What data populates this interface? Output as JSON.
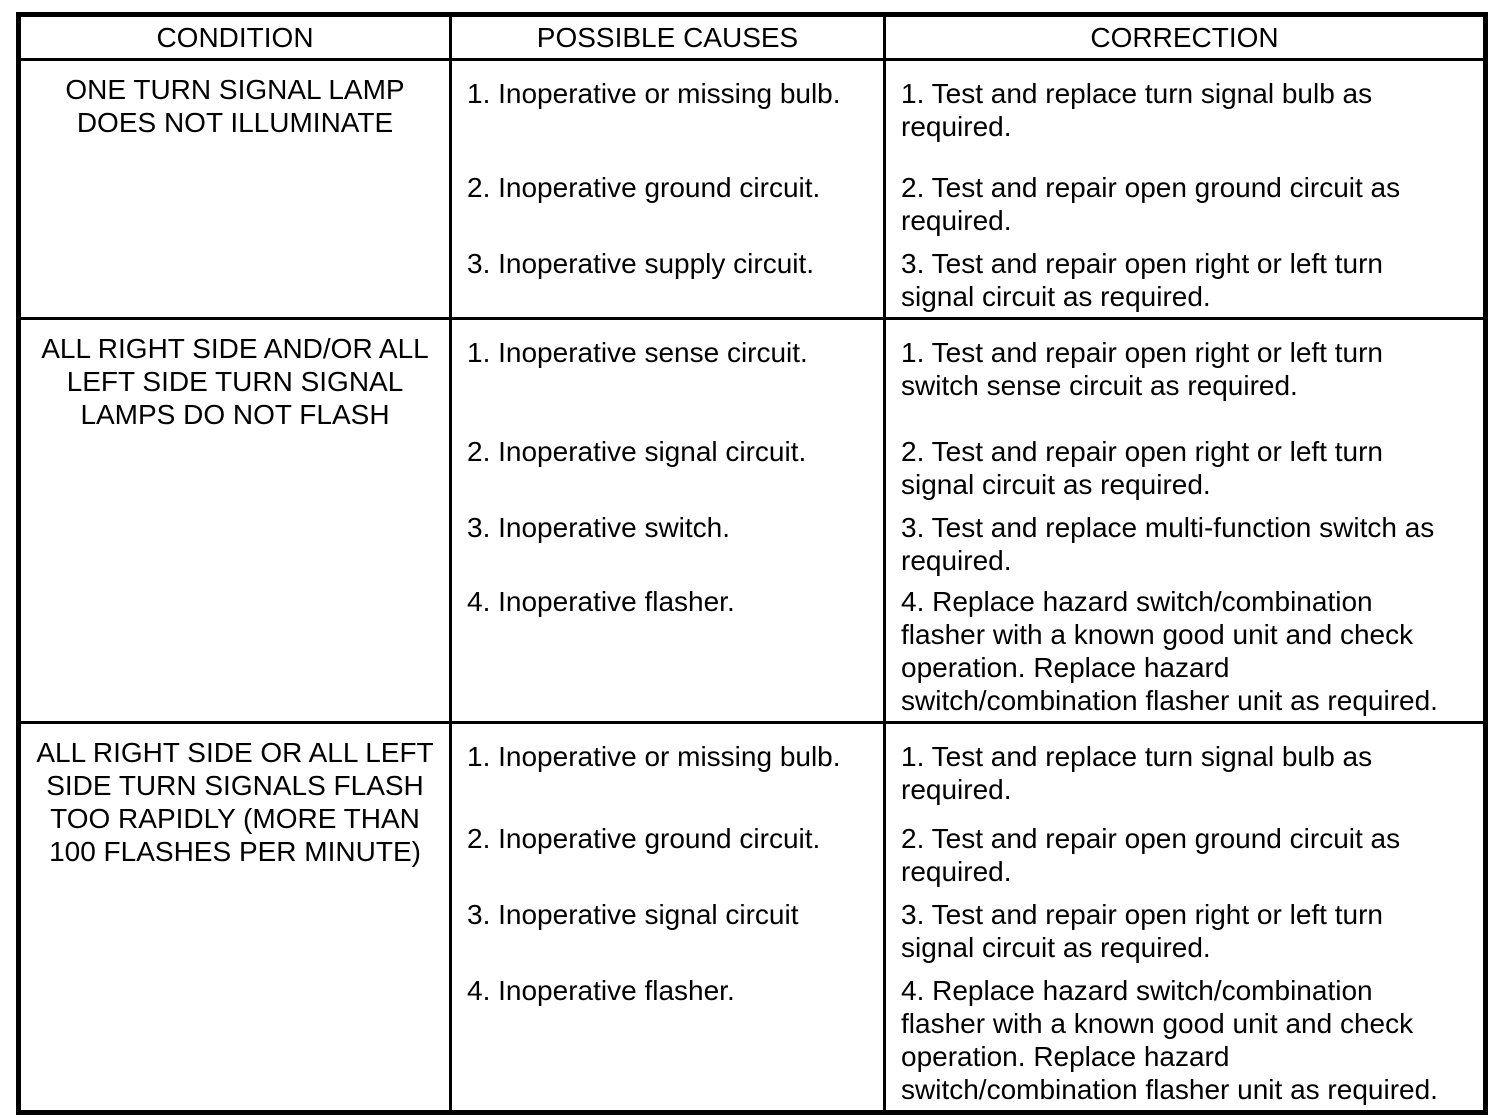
{
  "colors": {
    "background": "#ffffff",
    "border": "#000000",
    "text": "#000000"
  },
  "table": {
    "headers": [
      "CONDITION",
      "POSSIBLE CAUSES",
      "CORRECTION"
    ],
    "rows": [
      {
        "condition": "ONE TURN SIGNAL LAMP DOES NOT ILLUMINATE",
        "condition_lines": [
          "ONE TURN SIGNAL LAMP",
          "DOES NOT ILLUMINATE"
        ],
        "items": [
          {
            "cause": "1. Inoperative or missing bulb.",
            "correction": "1. Test and replace turn signal bulb as required."
          },
          {
            "cause": "2. Inoperative ground circuit.",
            "correction": "2. Test and repair open ground circuit as required."
          },
          {
            "cause": "3. Inoperative supply circuit.",
            "correction": "3. Test and repair open right or left turn signal circuit as required."
          }
        ]
      },
      {
        "condition": "ALL RIGHT SIDE AND/OR ALL LEFT SIDE TURN SIGNAL LAMPS DO NOT FLASH",
        "condition_lines": [
          "ALL RIGHT SIDE AND/OR ALL",
          "LEFT SIDE TURN SIGNAL",
          "LAMPS DO NOT FLASH"
        ],
        "items": [
          {
            "cause": "1. Inoperative sense circuit.",
            "correction": "1. Test and repair open right or left turn switch sense circuit as required."
          },
          {
            "cause": "2. Inoperative signal circuit.",
            "correction": "2. Test and repair open right or left turn signal circuit as required."
          },
          {
            "cause": "3. Inoperative switch.",
            "correction": "3. Test and replace multi-function switch as required."
          },
          {
            "cause": "4. Inoperative flasher.",
            "correction": "4. Replace hazard switch/combination flasher with a known good unit and check operation. Replace hazard switch/combination flasher unit as required."
          }
        ]
      },
      {
        "condition": "ALL RIGHT SIDE OR ALL LEFT SIDE TURN SIGNALS FLASH TOO RAPIDLY (MORE THAN 100 FLASHES PER MINUTE)",
        "condition_lines": [
          "ALL RIGHT SIDE OR ALL LEFT",
          "SIDE TURN SIGNALS FLASH",
          "TOO RAPIDLY (MORE THAN",
          "100 FLASHES PER MINUTE)"
        ],
        "items": [
          {
            "cause": "1. Inoperative or missing bulb.",
            "correction": "1. Test and replace turn signal bulb as required."
          },
          {
            "cause": "2. Inoperative ground circuit.",
            "correction": "2. Test and repair open ground circuit as required."
          },
          {
            "cause": "3. Inoperative signal circuit",
            "correction": "3. Test and repair open right or left turn signal circuit as required."
          },
          {
            "cause": "4. Inoperative flasher.",
            "correction": "4. Replace hazard switch/combination flasher with a known good unit and check operation. Replace hazard switch/combination flasher unit as required."
          }
        ]
      }
    ]
  }
}
